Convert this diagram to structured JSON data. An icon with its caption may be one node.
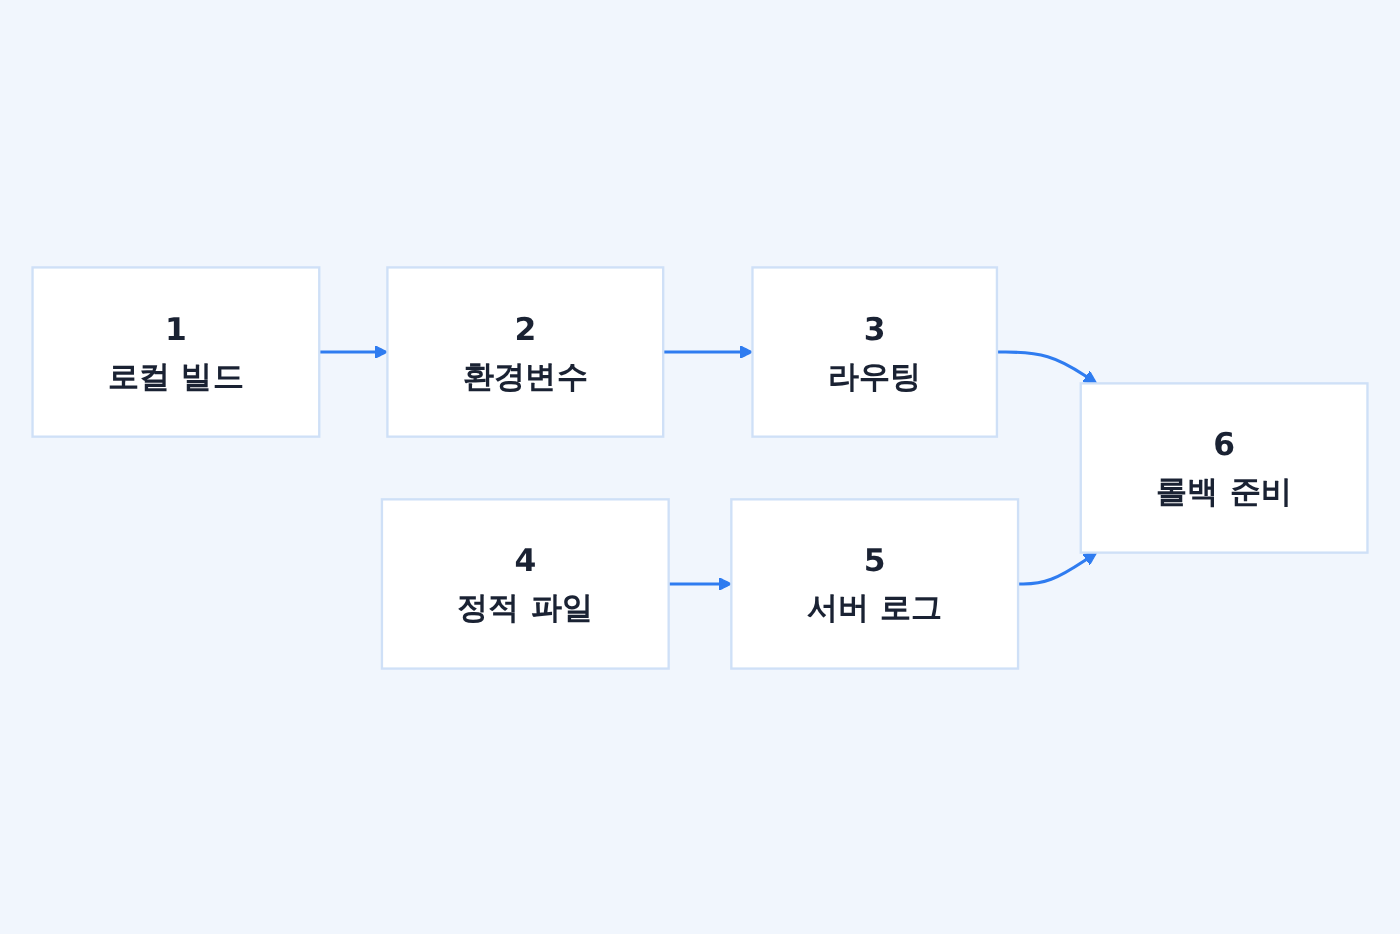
{
  "diagram": {
    "nodes": [
      {
        "text": [
          "1",
          "로컬 빌드"
        ]
      },
      {
        "text": [
          "2",
          "환경변수"
        ]
      },
      {
        "text": [
          "3",
          "라우팅"
        ]
      },
      {
        "text": [
          "4",
          "정적 파일"
        ]
      },
      {
        "text": [
          "5",
          "서버 로그"
        ]
      },
      {
        "text": [
          "6",
          "롤백 준비"
        ]
      }
    ],
    "edges": [
      {
        "from": 0,
        "to": 1,
        "arrow": "to"
      },
      {
        "from": 1,
        "to": 2,
        "arrow": "to"
      },
      {
        "from": 2,
        "to": 5,
        "arrow": "to"
      },
      {
        "from": 3,
        "to": 4,
        "arrow": "to"
      },
      {
        "from": 4,
        "to": 5,
        "arrow": "to"
      }
    ]
  }
}
